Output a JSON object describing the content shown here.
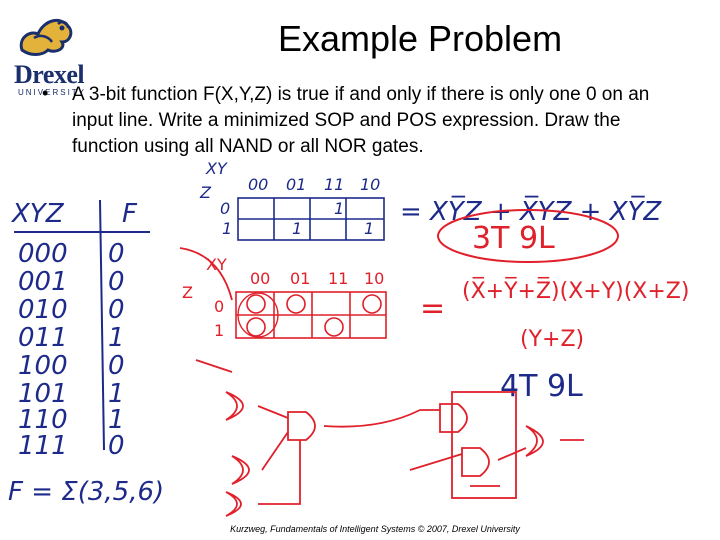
{
  "logo": {
    "name": "Drexel",
    "university": "UNIVERSITY",
    "icon": "dragon-icon"
  },
  "title": "Example Problem",
  "bullet": "•",
  "body": "A 3-bit function F(X,Y,Z) is true if and only if there is only one 0 on an input line.  Write a minimized SOP and POS expression.  Draw the function using all NAND or all NOR gates.",
  "handwriting": {
    "table_header_inputs": "XYZ",
    "table_header_output": "F",
    "rows": [
      {
        "in": "000",
        "out": "0"
      },
      {
        "in": "001",
        "out": "0"
      },
      {
        "in": "010",
        "out": "0"
      },
      {
        "in": "011",
        "out": "1"
      },
      {
        "in": "100",
        "out": "0"
      },
      {
        "in": "101",
        "out": "1"
      },
      {
        "in": "110",
        "out": "1"
      },
      {
        "in": "111",
        "out": "0"
      }
    ],
    "minterms": "F = Σ(3,5,6)",
    "kmap_xy": "XY",
    "kmap_z": "Z",
    "kmap_cols": [
      "00",
      "01",
      "11",
      "10"
    ],
    "kmap_rows": [
      "0",
      "1"
    ],
    "sop_expr": "= XY̅Z + X̅YZ + XY̅Z",
    "sop_cost": "3T   9L",
    "pos_expr": "(X̅+Y̅+Z̅)(X+Y)(X+Z)",
    "pos_term": "(Y+Z)",
    "pos_cost": "4T   9L"
  },
  "footer": "Kurzweg, Fundamentals of Intelligent Systems © 2007, Drexel University",
  "colors": {
    "logo": "#1a2f6b",
    "gold": "#e2b23a",
    "ink_blue": "#1d2a8a",
    "ink_red": "#e0202a"
  }
}
